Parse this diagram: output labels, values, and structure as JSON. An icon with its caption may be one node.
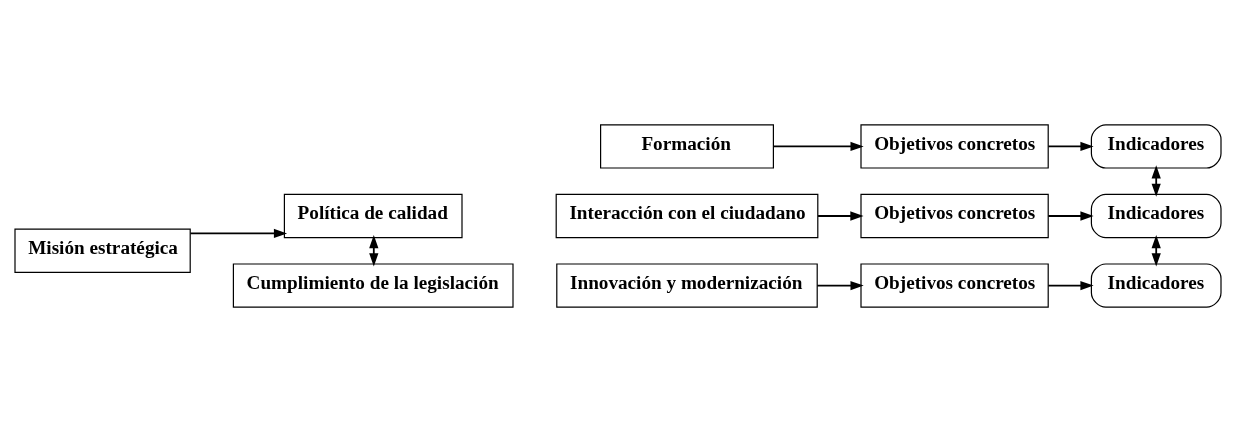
{
  "diagram": {
    "nodes": [
      {
        "text": [
          "Misión estratégica"
        ]
      },
      {
        "text": [
          "Política de calidad"
        ]
      },
      {
        "text": [
          "Cumplimiento de la legislación"
        ]
      },
      {
        "text": [
          "Formación"
        ]
      },
      {
        "text": [
          "Interacción con el ciudadano"
        ]
      },
      {
        "text": [
          "Innovación y modernización"
        ]
      },
      {
        "text": [
          "Objetivos concretos"
        ]
      },
      {
        "text": [
          "Objetivos concretos"
        ]
      },
      {
        "text": [
          "Objetivos concretos"
        ]
      },
      {
        "text": [
          "Indicadores"
        ]
      },
      {
        "text": [
          "Indicadores"
        ]
      },
      {
        "text": [
          "Indicadores"
        ]
      }
    ],
    "edges": [
      {
        "from": 0,
        "to": 1,
        "arrow": "to"
      },
      {
        "from": 1,
        "to": 2,
        "arrow": "both"
      },
      {
        "from": 3,
        "to": 6,
        "arrow": "to"
      },
      {
        "from": 4,
        "to": 7,
        "arrow": "to"
      },
      {
        "from": 5,
        "to": 8,
        "arrow": "to"
      },
      {
        "from": 6,
        "to": 9,
        "arrow": "to"
      },
      {
        "from": 7,
        "to": 10,
        "arrow": "to"
      },
      {
        "from": 8,
        "to": 11,
        "arrow": "to"
      },
      {
        "from": 9,
        "to": 10,
        "arrow": "both"
      },
      {
        "from": 10,
        "to": 11,
        "arrow": "both"
      }
    ]
  }
}
